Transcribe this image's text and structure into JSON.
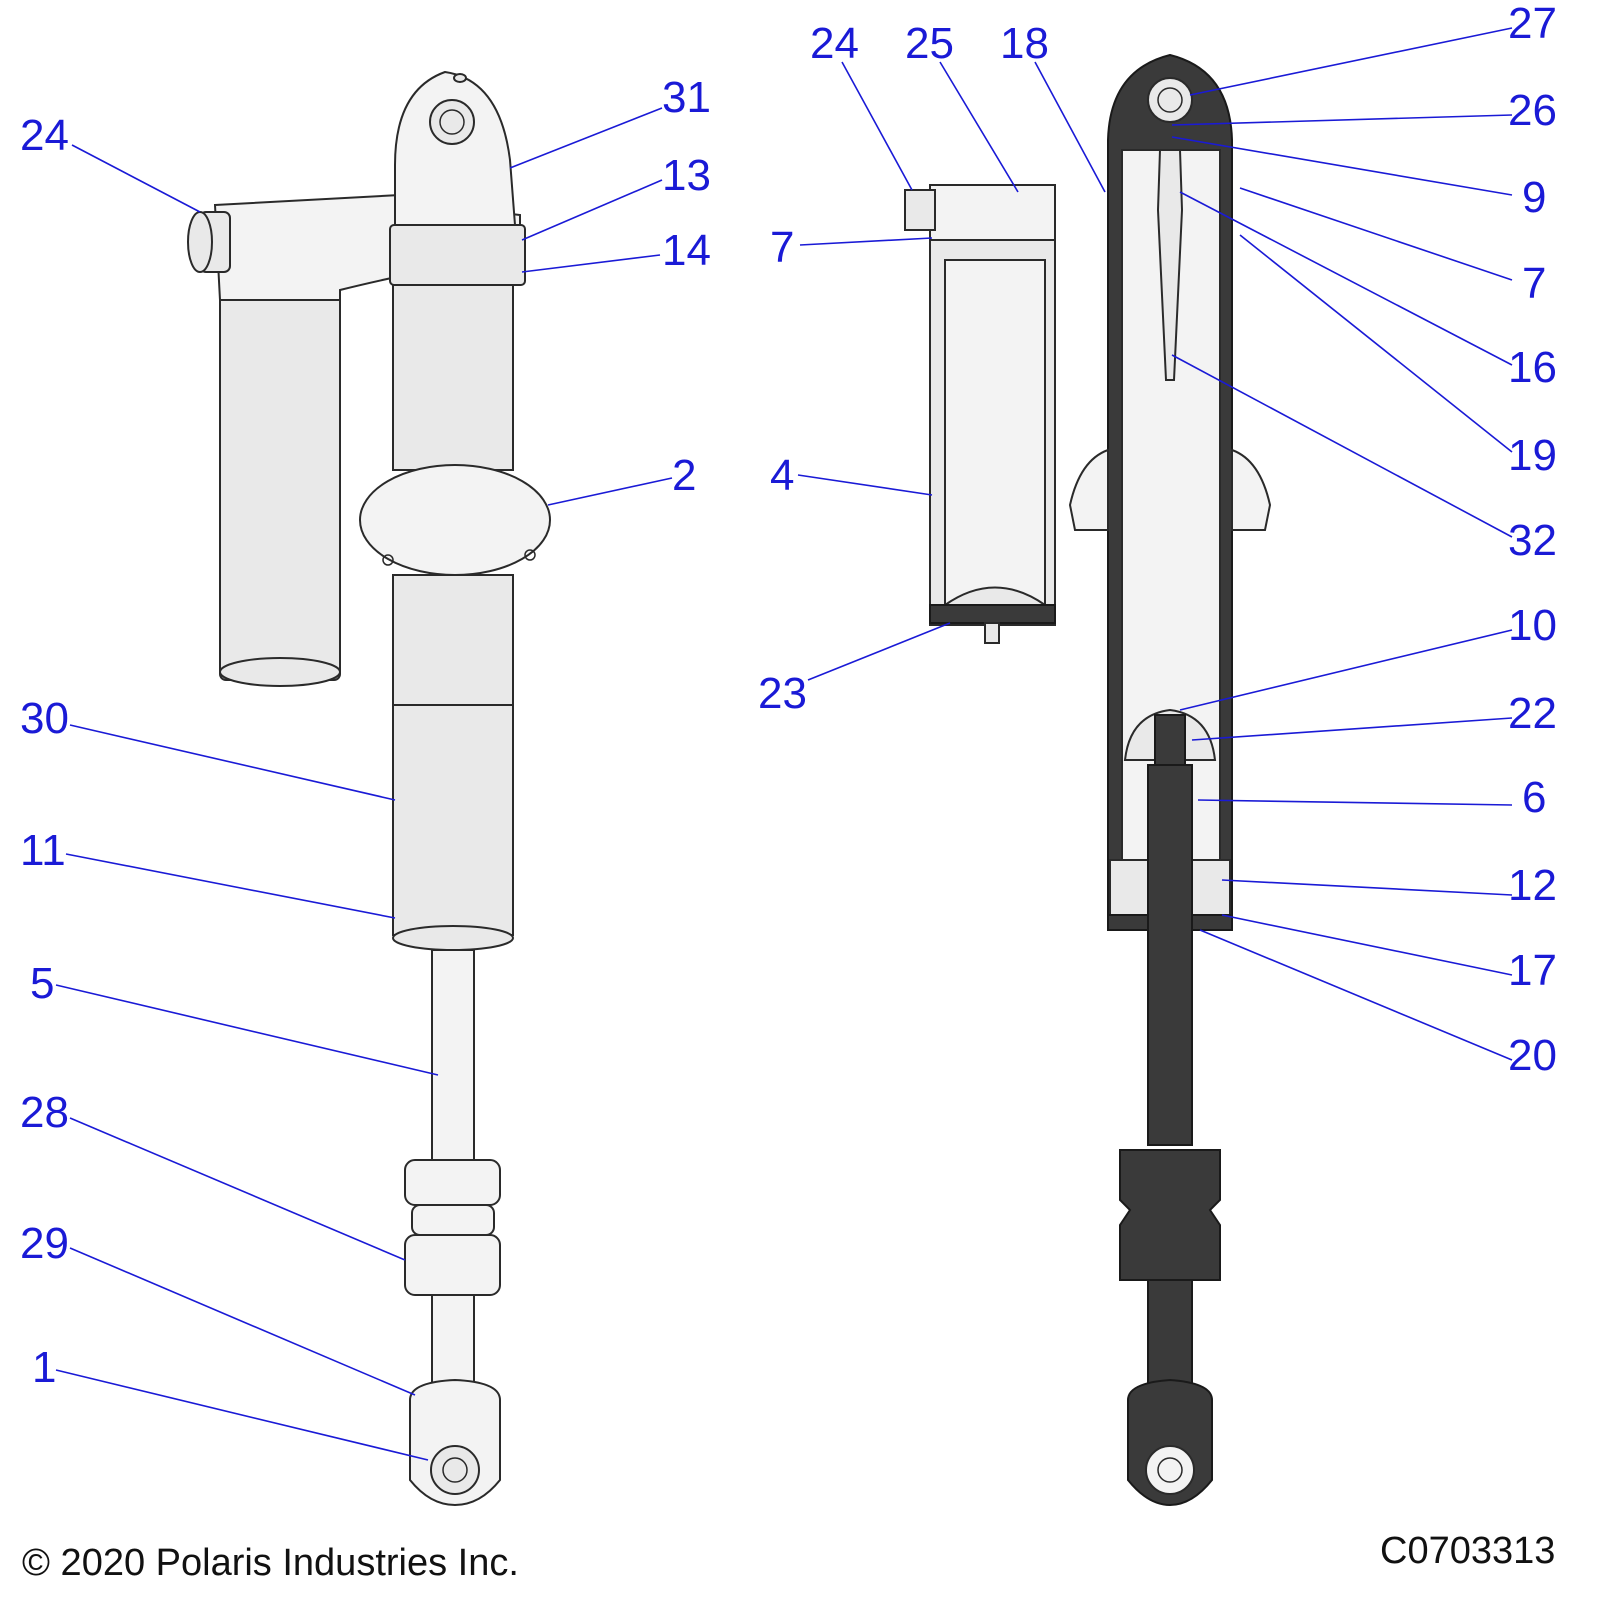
{
  "diagram": {
    "callouts": [
      {
        "id": "c24a",
        "label": "24"
      },
      {
        "id": "c31",
        "label": "31"
      },
      {
        "id": "c13",
        "label": "13"
      },
      {
        "id": "c14",
        "label": "14"
      },
      {
        "id": "c2",
        "label": "2"
      },
      {
        "id": "c30",
        "label": "30"
      },
      {
        "id": "c11",
        "label": "11"
      },
      {
        "id": "c5",
        "label": "5"
      },
      {
        "id": "c28",
        "label": "28"
      },
      {
        "id": "c29",
        "label": "29"
      },
      {
        "id": "c1",
        "label": "1"
      },
      {
        "id": "c24b",
        "label": "24"
      },
      {
        "id": "c25",
        "label": "25"
      },
      {
        "id": "c18",
        "label": "18"
      },
      {
        "id": "c7a",
        "label": "7"
      },
      {
        "id": "c4",
        "label": "4"
      },
      {
        "id": "c23",
        "label": "23"
      },
      {
        "id": "c27",
        "label": "27"
      },
      {
        "id": "c26",
        "label": "26"
      },
      {
        "id": "c9",
        "label": "9"
      },
      {
        "id": "c7b",
        "label": "7"
      },
      {
        "id": "c16",
        "label": "16"
      },
      {
        "id": "c19",
        "label": "19"
      },
      {
        "id": "c32",
        "label": "32"
      },
      {
        "id": "c10",
        "label": "10"
      },
      {
        "id": "c22",
        "label": "22"
      },
      {
        "id": "c6",
        "label": "6"
      },
      {
        "id": "c12",
        "label": "12"
      },
      {
        "id": "c17",
        "label": "17"
      },
      {
        "id": "c20",
        "label": "20"
      }
    ],
    "copyright": "© 2020 Polaris Industries Inc.",
    "drawing_number": "C0703313",
    "colors": {
      "callout": "#1a1ad6",
      "part_fill": "#e9e9e9",
      "section_fill": "#3a3a3a"
    }
  }
}
